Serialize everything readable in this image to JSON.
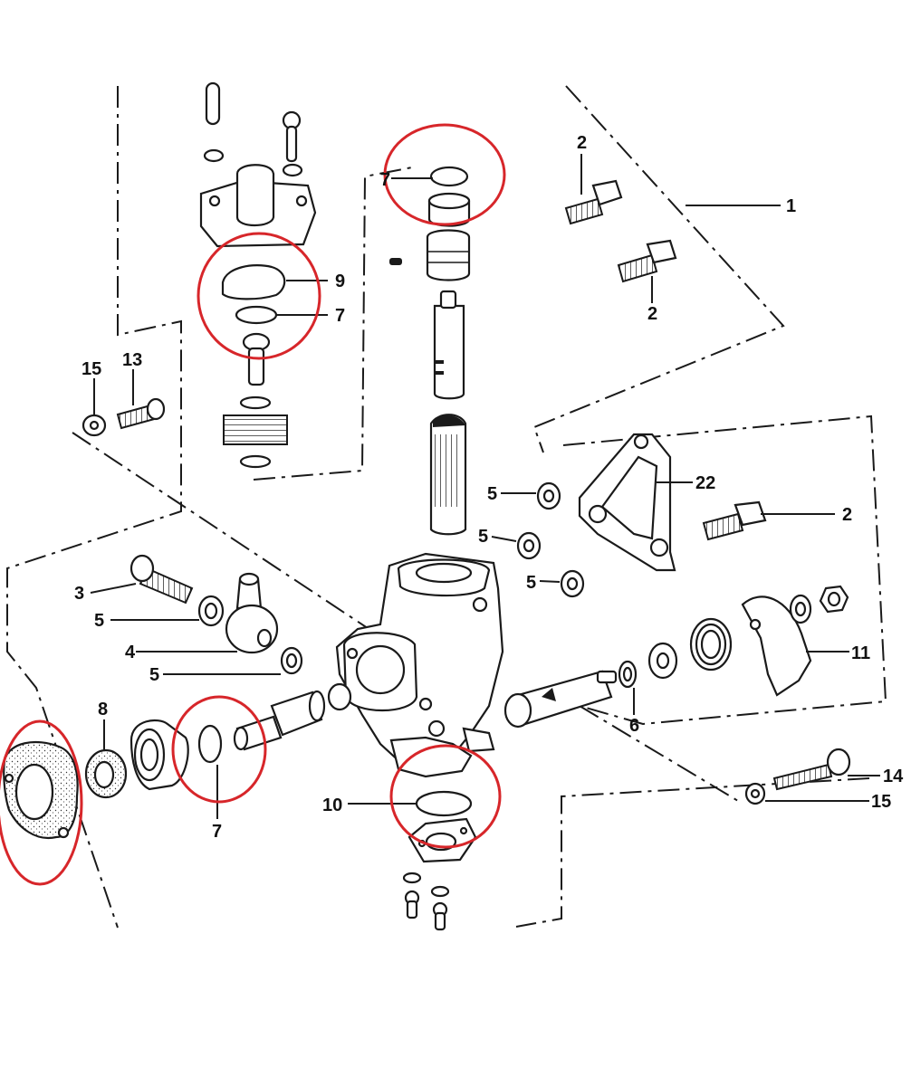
{
  "highlight_color": "#d7262a",
  "labels": {
    "l1": "1",
    "l2a": "2",
    "l2b": "2",
    "l2c": "2",
    "l3": "3",
    "l4": "4",
    "l5a": "5",
    "l5b": "5",
    "l5c": "5",
    "l5d": "5",
    "l5e": "5",
    "l6": "6",
    "l7a": "7",
    "l7b": "7",
    "l7c": "7",
    "l8": "8",
    "l9": "9",
    "l10": "10",
    "l11": "11",
    "l13": "13",
    "l14": "14",
    "l15a": "15",
    "l15b": "15",
    "l22": "22"
  }
}
